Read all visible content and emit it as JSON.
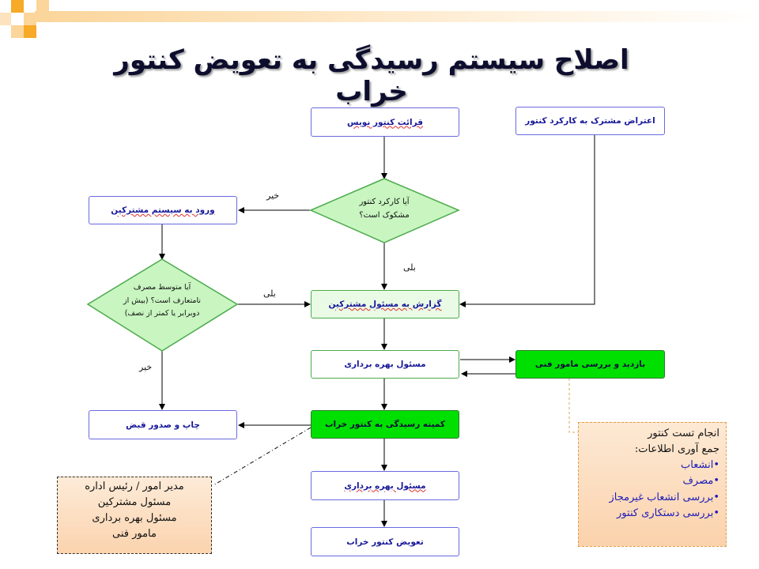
{
  "title": "اصلاح سیستم رسیدگی به تعویض کنتور خراب",
  "nodes": {
    "read_meter": "قرائت کنتور نویس",
    "customer_objection": "اعتراض مشترک به کارکرد کنتور",
    "decision_suspicious": [
      "آیا کارکرد کنتور",
      "مشکوک است؟"
    ],
    "enter_system": "ورود به سیستم مشترکین",
    "decision_average": [
      "آیا متوسط مصرف",
      "نامتعارف است؟ (بیش از",
      "دوبرابر یا کمتر از نصف)"
    ],
    "report_customers": "گزارش به مسئول مشترکین",
    "operations_1": "مسئول بهره برداری",
    "visit_technician": "بازدید و بررسی مامور فنی",
    "print_bill": "چاپ و صدور قبض",
    "committee": "کمیته رسیدگی به کنتور خراب",
    "operations_2": "مسئول بهره برداری",
    "replace_meter": "تعویض کنتور خراب"
  },
  "edge_labels": {
    "no_1": "خیر",
    "yes_1": "بلی",
    "yes_2": "بلی",
    "no_2": "خیر"
  },
  "note_right": {
    "line1": "انجام تست کنتور",
    "line2": "جمع آوری اطلاعات:",
    "items": [
      "انشعاب",
      "مصرف",
      "بررسی انشعاب غیرمجاز",
      "بررسی دستکاری کنتور"
    ],
    "bullet": "•"
  },
  "note_left": {
    "lines": [
      "مدیر امور / رئیس اداره",
      "مسئول مشترکین",
      "مسئول بهره برداری",
      "مامور فنی"
    ]
  },
  "colors": {
    "box_border": "#6a6ae0",
    "green_fill": "#00e000",
    "diamond_fill": "#c8f5c0",
    "deco_orange": "#f7a928"
  }
}
